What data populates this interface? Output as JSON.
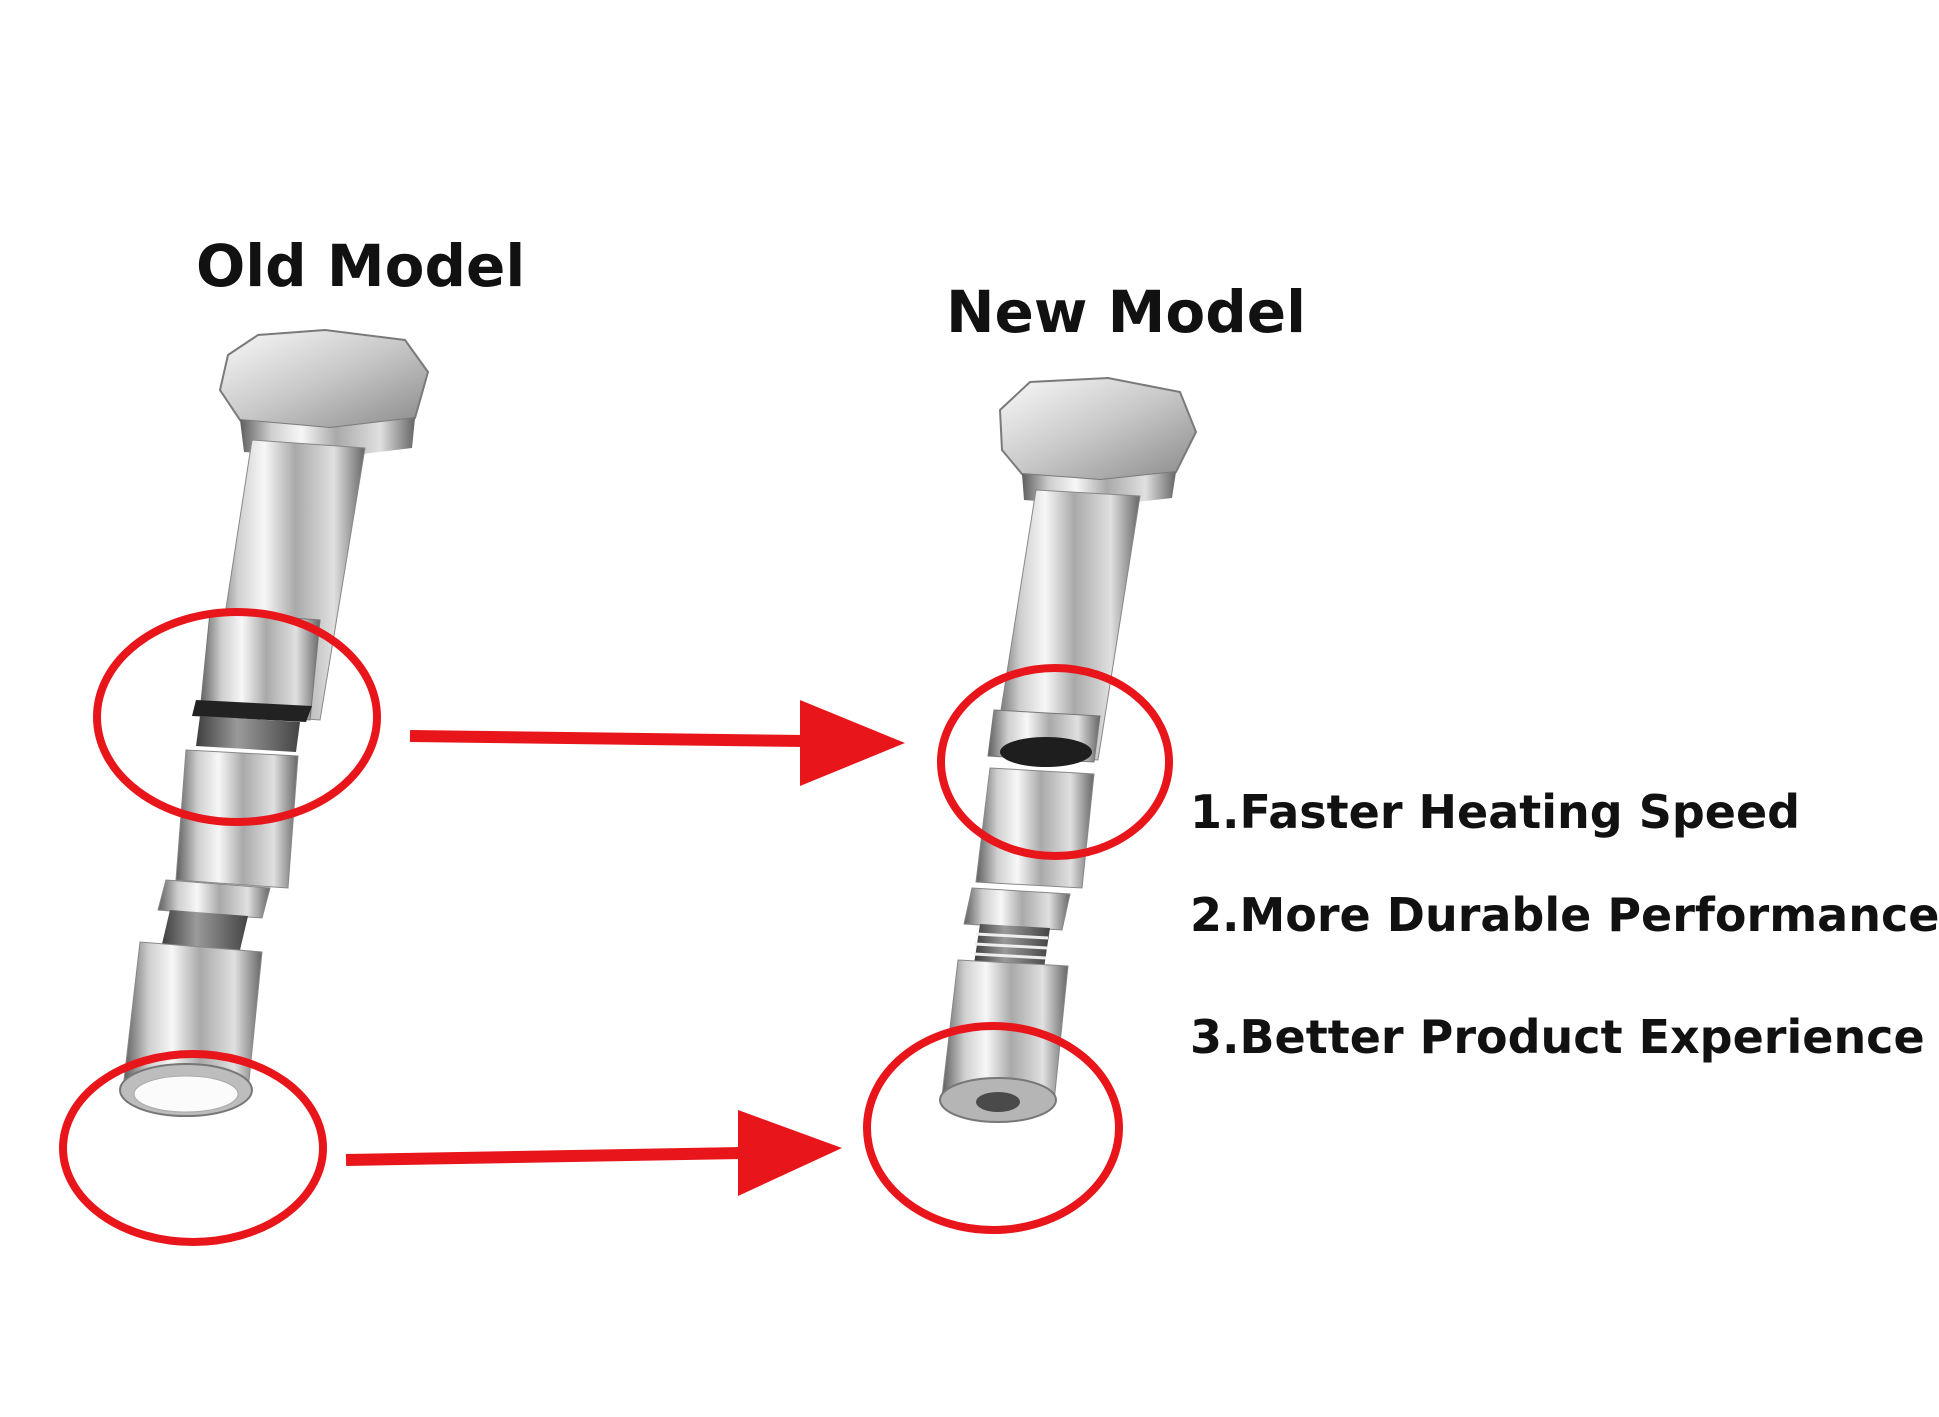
{
  "titles": {
    "old_model": "Old Model",
    "new_model": "New Model"
  },
  "features": [
    "1.Faster Heating Speed",
    "2.More Durable Performance",
    "3.Better Product Experience"
  ],
  "colors": {
    "highlight": "#e8151b",
    "metal_light": "#f2f2f2",
    "metal_mid": "#b9b9b9",
    "metal_dark": "#6a6a6a"
  }
}
